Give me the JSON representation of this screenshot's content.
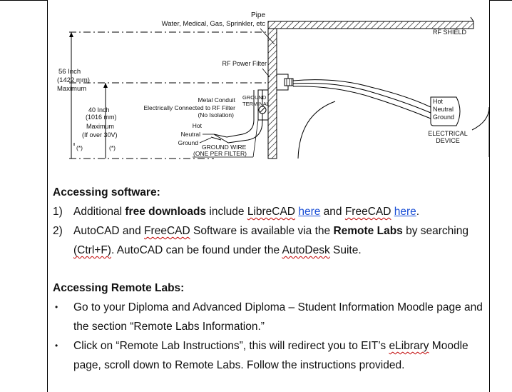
{
  "diagram": {
    "pipe_label": "Pipe",
    "pipe_sublabel": "Water, Medical, Gas, Sprinkler, etc",
    "rf_shield": "RF SHIELD",
    "rf_power_filter": "RF Power Filter",
    "dim_56": [
      "56 Inch",
      "(1422 mm)",
      "Maximum"
    ],
    "dim_40": [
      "40 Inch",
      "(1016 mm)",
      "Maximum",
      "(If over 30V)"
    ],
    "conduit_lines": [
      "Metal Conduit",
      "Electrically Connected to RF Filter",
      "(No Isolation)"
    ],
    "ground_terminal": [
      "GROUND",
      "TERMINAL"
    ],
    "wire_labels": [
      "Hot",
      "Neutral",
      "Ground"
    ],
    "ground_wire": [
      "GROUND WIRE",
      "(ONE PER FILTER)"
    ],
    "device_box": [
      "Hot",
      "Neutral",
      "Ground"
    ],
    "electrical_device": [
      "ELECTRICAL",
      "DEVICE"
    ],
    "star_note": "(*)"
  },
  "software": {
    "heading": "Accessing software:",
    "item1": {
      "num": "1)",
      "pre": "Additional ",
      "bold": "free downloads",
      "mid": " include ",
      "libre": "LibreCAD",
      "link1": "here",
      "and": " and ",
      "free": "FreeCAD",
      "link2": "here",
      "end": "."
    },
    "item2": {
      "num": "2)",
      "a": "AutoCAD and ",
      "free": "FreeCAD",
      "b": " Software is available via the ",
      "bold": "Remote Labs",
      "c": " by searching ",
      "ctrl": "(Ctrl+F)",
      "d": ". AutoCAD can be found under the ",
      "autodesk": "AutoDesk",
      "e": " Suite."
    }
  },
  "remote": {
    "heading": "Accessing Remote Labs:",
    "bullet": "•",
    "item1": "Go to your Diploma and Advanced Diploma – Student Information Moodle page and the section “Remote Labs Information.”",
    "item2": {
      "a": "Click on “Remote Lab Instructions”, this will redirect you to EIT’s ",
      "elib": "eLibrary",
      "b": " Moodle page, scroll down to Remote Labs. Follow the instructions provided."
    }
  }
}
